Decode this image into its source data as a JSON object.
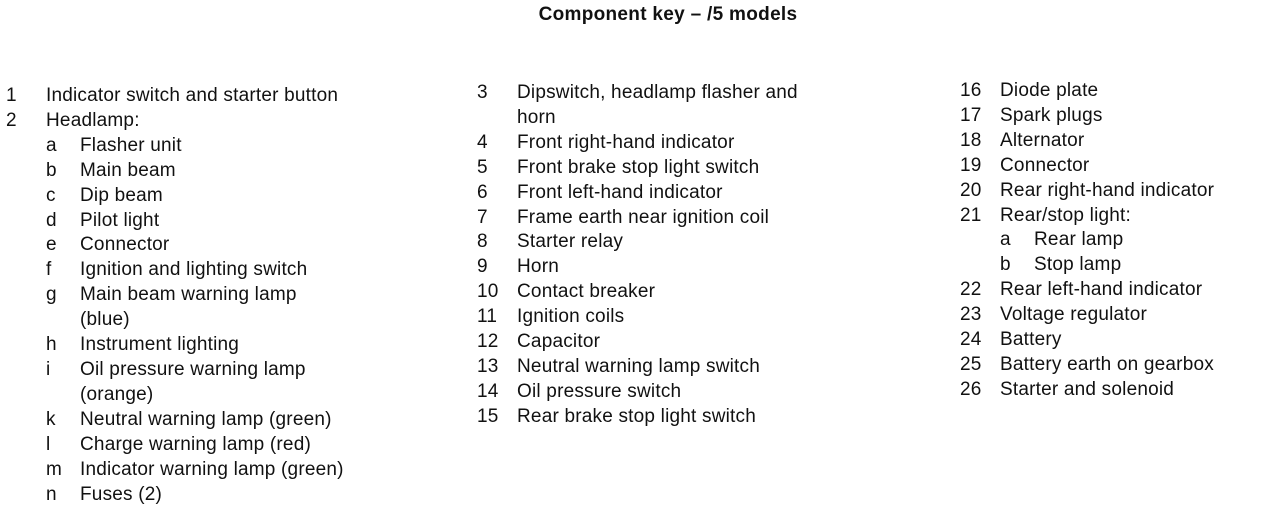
{
  "title": "Component key – /5 models",
  "column1": {
    "item1": {
      "num": "1",
      "text": "Indicator switch and starter button"
    },
    "item2": {
      "num": "2",
      "text": "Headlamp:"
    },
    "sub": [
      {
        "letter": "a",
        "text": "Flasher unit"
      },
      {
        "letter": "b",
        "text": "Main beam"
      },
      {
        "letter": "c",
        "text": "Dip beam"
      },
      {
        "letter": "d",
        "text": "Pilot light"
      },
      {
        "letter": "e",
        "text": "Connector"
      },
      {
        "letter": "f",
        "text": "Ignition and lighting switch"
      },
      {
        "letter": "g",
        "text": "Main beam warning lamp"
      },
      {
        "letter": "",
        "text": "(blue)"
      },
      {
        "letter": "h",
        "text": "Instrument lighting"
      },
      {
        "letter": "i",
        "text": "Oil pressure warning lamp"
      },
      {
        "letter": "",
        "text": "(orange)"
      },
      {
        "letter": "k",
        "text": "Neutral warning lamp (green)"
      },
      {
        "letter": "l",
        "text": "Charge warning lamp (red)"
      },
      {
        "letter": "m",
        "text": "Indicator warning lamp (green)"
      },
      {
        "letter": "n",
        "text": "Fuses (2)"
      }
    ]
  },
  "column2": [
    {
      "num": "3",
      "text": "Dipswitch, headlamp flasher and"
    },
    {
      "num": "",
      "text": "horn"
    },
    {
      "num": "4",
      "text": "Front right-hand indicator"
    },
    {
      "num": "5",
      "text": "Front brake stop light switch"
    },
    {
      "num": "6",
      "text": "Front left-hand indicator"
    },
    {
      "num": "7",
      "text": "Frame earth near ignition coil"
    },
    {
      "num": "8",
      "text": "Starter relay"
    },
    {
      "num": "9",
      "text": "Horn"
    },
    {
      "num": "10",
      "text": "Contact breaker"
    },
    {
      "num": "11",
      "text": "Ignition coils"
    },
    {
      "num": "12",
      "text": "Capacitor"
    },
    {
      "num": "13",
      "text": "Neutral warning lamp switch"
    },
    {
      "num": "14",
      "text": "Oil pressure switch"
    },
    {
      "num": "15",
      "text": "Rear brake stop light switch"
    }
  ],
  "column3": {
    "itemsA": [
      {
        "num": "16",
        "text": "Diode plate"
      },
      {
        "num": "17",
        "text": "Spark plugs"
      },
      {
        "num": "18",
        "text": "Alternator"
      },
      {
        "num": "19",
        "text": "Connector"
      },
      {
        "num": "20",
        "text": "Rear right-hand indicator"
      },
      {
        "num": "21",
        "text": "Rear/stop light:"
      }
    ],
    "sub": [
      {
        "letter": "a",
        "text": "Rear lamp"
      },
      {
        "letter": "b",
        "text": "Stop lamp"
      }
    ],
    "itemsB": [
      {
        "num": "22",
        "text": "Rear left-hand indicator"
      },
      {
        "num": "23",
        "text": "Voltage regulator"
      },
      {
        "num": "24",
        "text": "Battery"
      },
      {
        "num": "25",
        "text": "Battery earth on gearbox"
      },
      {
        "num": "26",
        "text": "Starter and solenoid"
      }
    ]
  }
}
